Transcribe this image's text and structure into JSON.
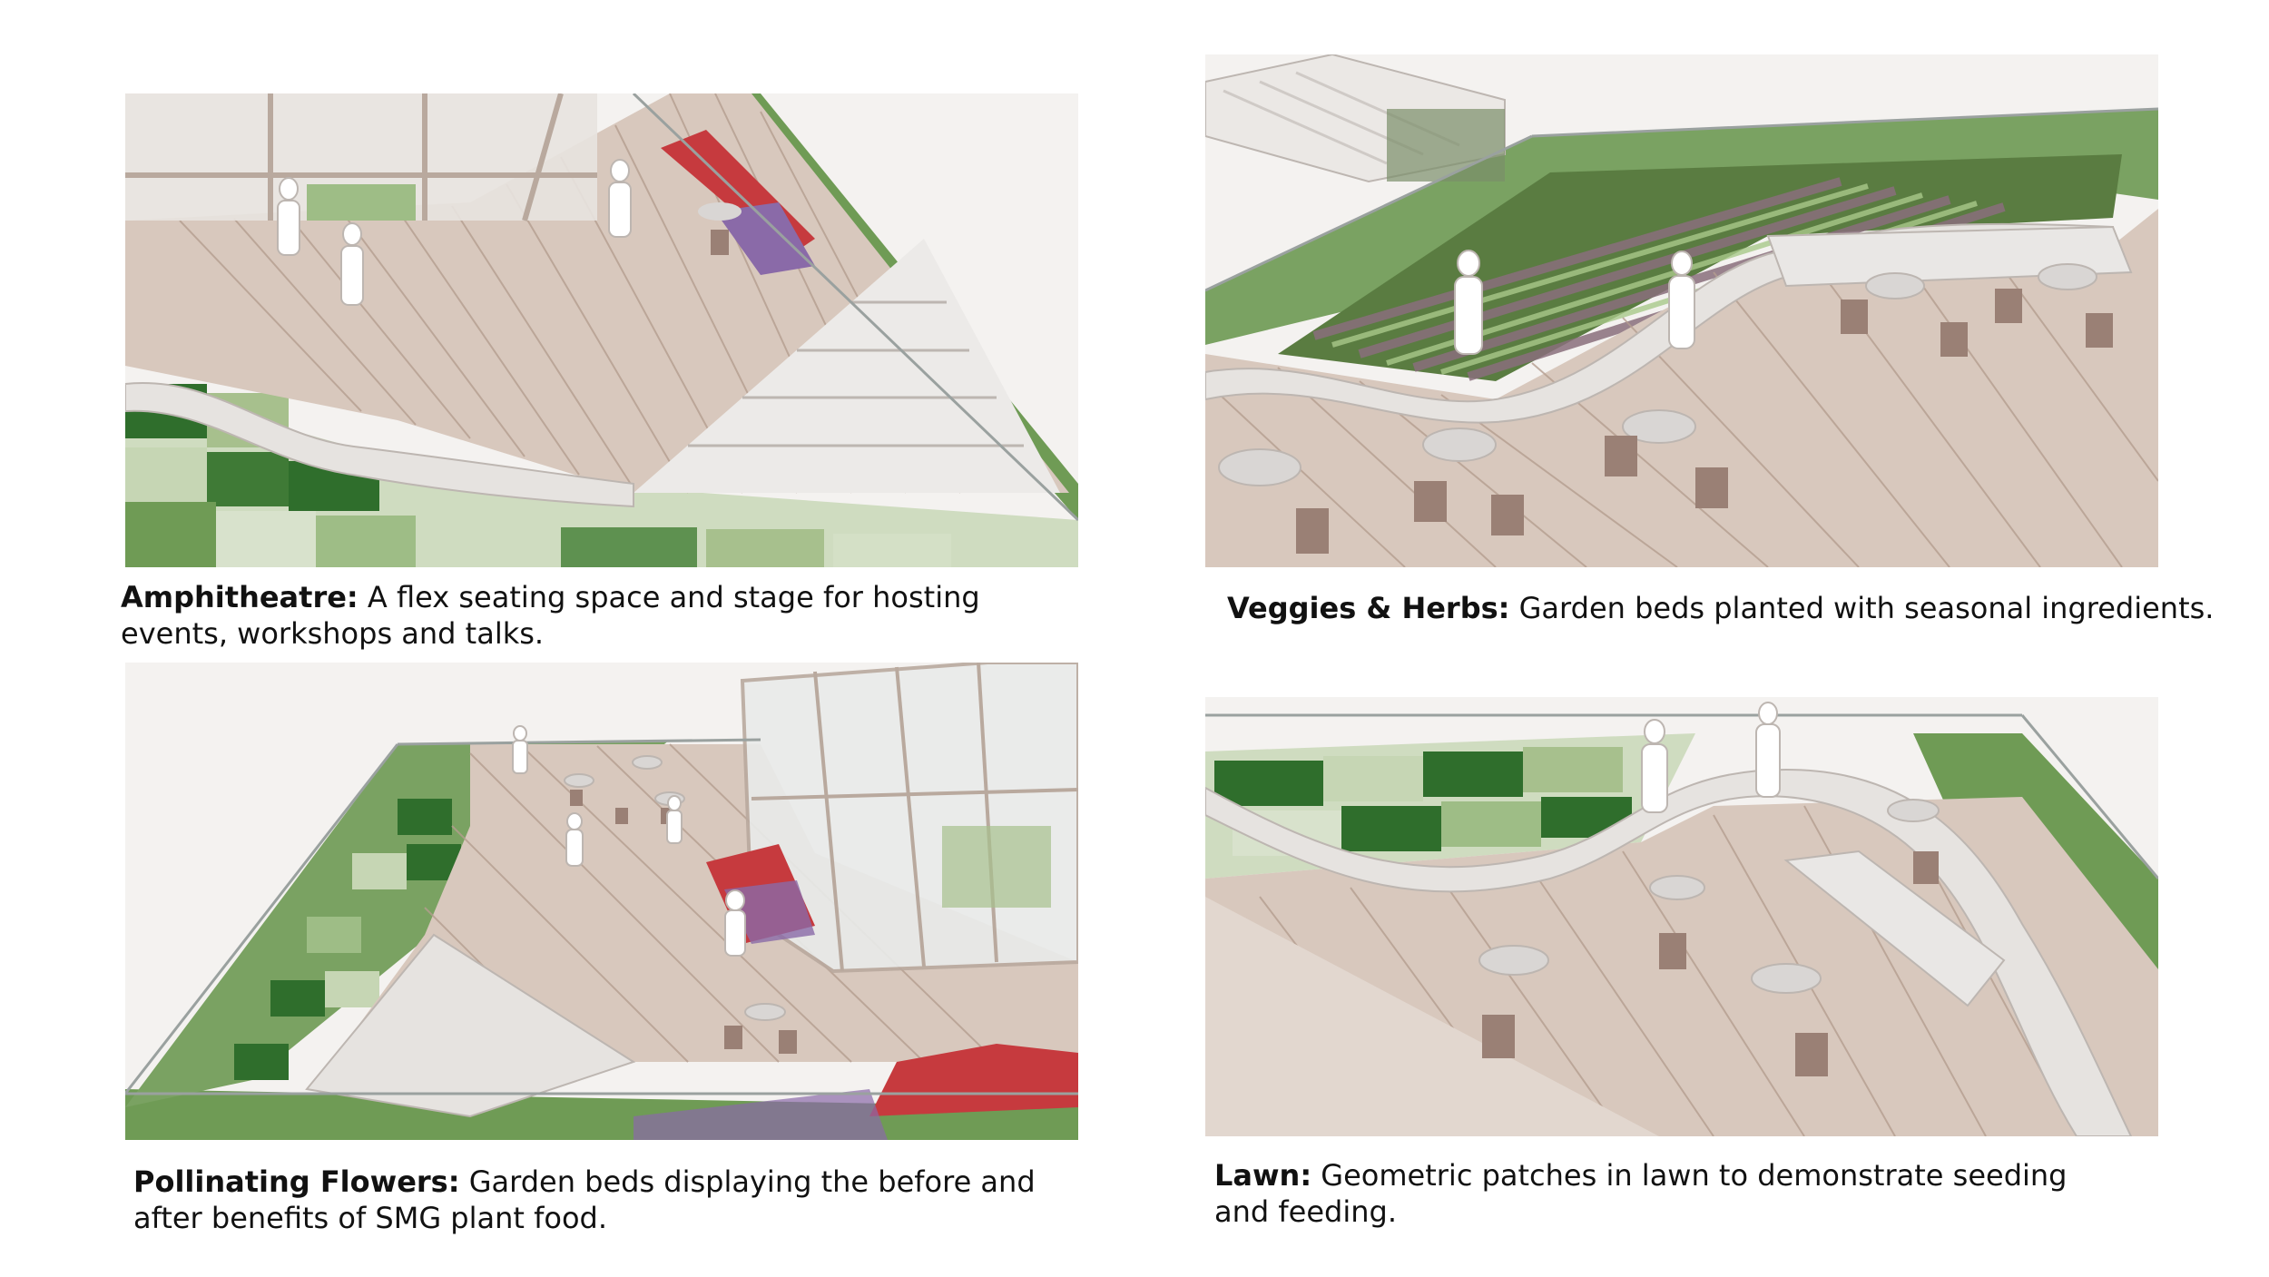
{
  "panels": [
    {
      "id": "amphitheatre",
      "title": "Amphitheatre:",
      "description": "A flex seating space and stage for hosting events, workshops and talks."
    },
    {
      "id": "veggies-herbs",
      "title": "Veggies & Herbs:",
      "description": "Garden beds planted with seasonal ingredients."
    },
    {
      "id": "pollinating-flowers",
      "title": "Pollinating Flowers:",
      "description": "Garden beds displaying the before and after benefits of SMG plant food."
    },
    {
      "id": "lawn",
      "title": "Lawn:",
      "description": "Geometric patches in lawn to demonstrate seeding and feeding."
    }
  ],
  "colors": {
    "deck": "#d8c8bd",
    "deck_line": "#b59e90",
    "lawn": "#6f9b55",
    "lawn_dark": "#2f6e2c",
    "path": "#e6e3e0",
    "glass": "#cfd8d6",
    "flower_red": "#c63a3e",
    "flower_purple": "#8a6aa8",
    "veg_dark": "#3d5a2c",
    "veg_purple": "#8a6f7c",
    "stool": "#9a8075",
    "table": "#d9d6d4"
  }
}
